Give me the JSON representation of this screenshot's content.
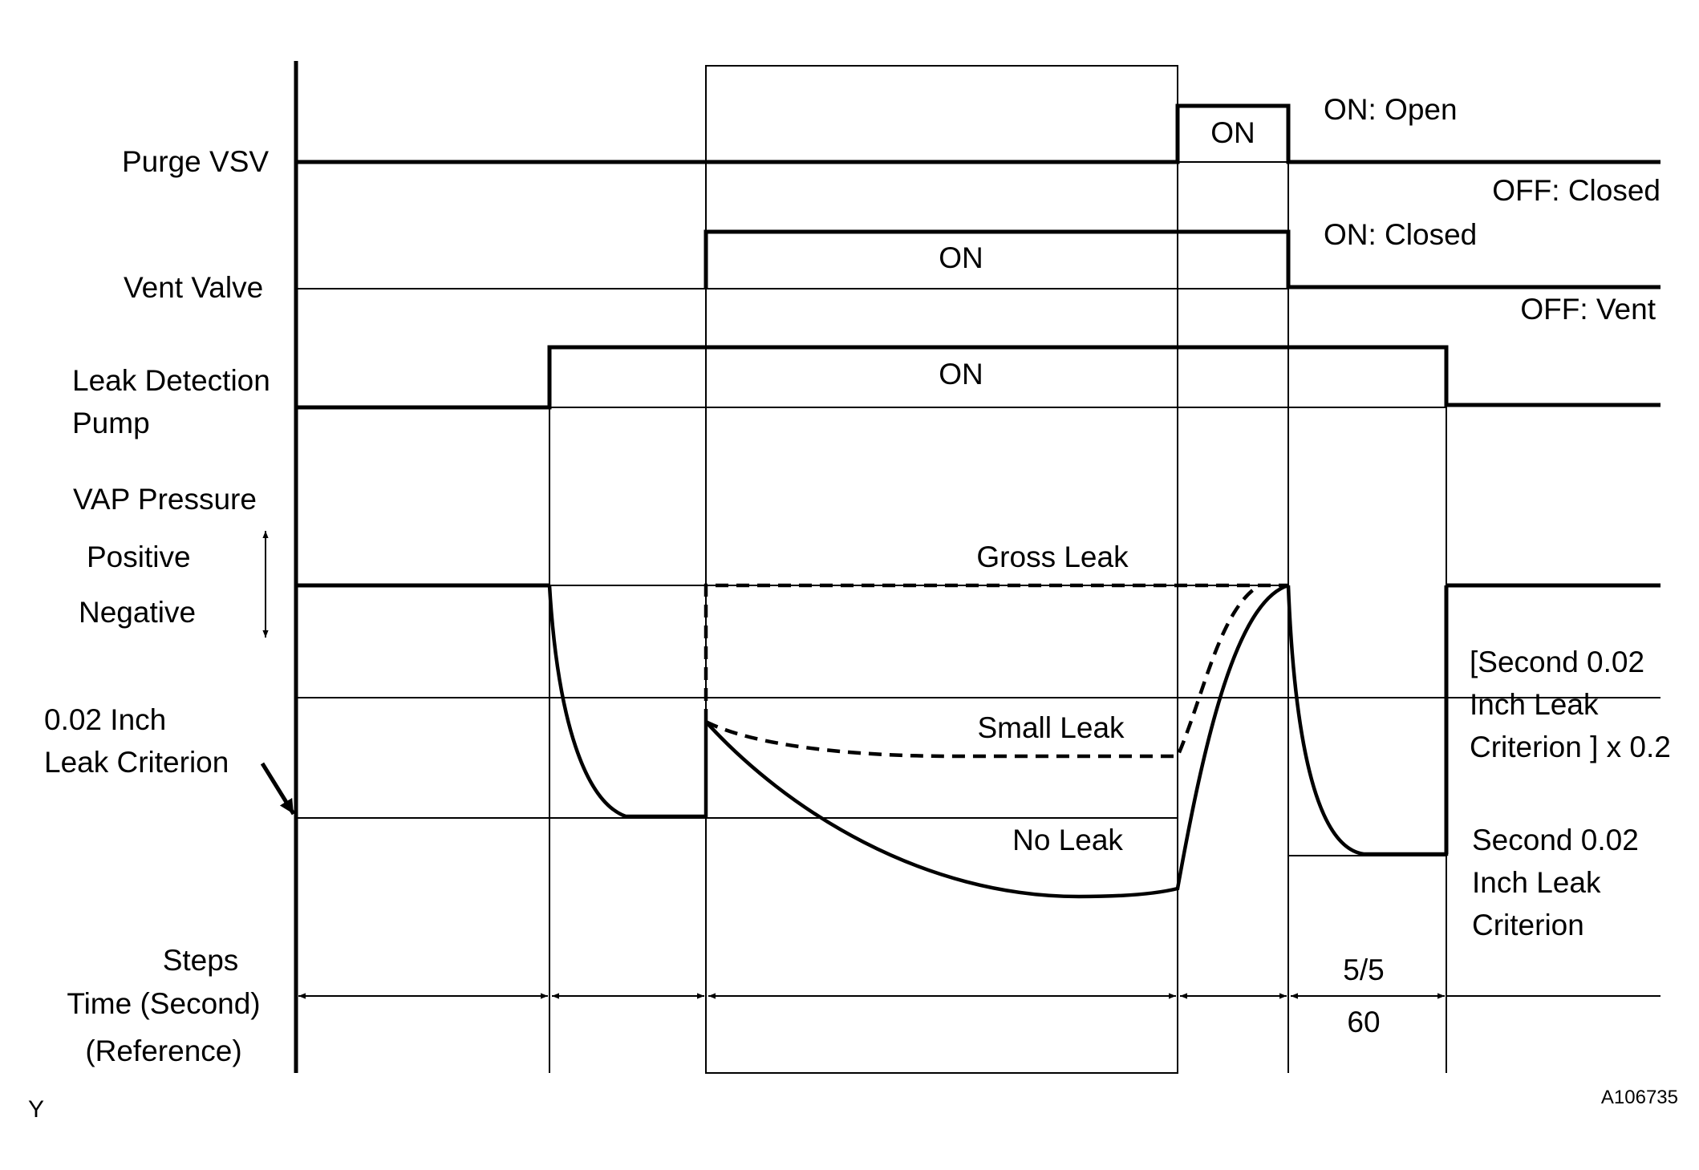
{
  "signals": {
    "purge_vsv": "Purge VSV",
    "vent_valve": "Vent Valve",
    "pump_line1": "Leak Detection",
    "pump_line2": "Pump",
    "vap_pressure": "VAP Pressure"
  },
  "states": {
    "on": "ON",
    "purge_on": "ON: Open",
    "purge_off": "OFF: Closed",
    "vent_on": "ON: Closed",
    "vent_off": "OFF: Vent"
  },
  "pressure": {
    "positive": "Positive",
    "negative": "Negative",
    "criterion_line1": "0.02 Inch",
    "criterion_line2": "Leak Criterion",
    "gross_leak": "Gross Leak",
    "small_leak": "Small Leak",
    "no_leak": "No Leak",
    "second_x02_line1": "[Second 0.02",
    "second_x02_line2": "Inch Leak",
    "second_x02_line3": "Criterion ] x 0.2",
    "second_line1": "Second 0.02",
    "second_line2": "Inch Leak",
    "second_line3": "Criterion"
  },
  "steps": {
    "steps": "Steps",
    "time": "Time (Second)",
    "reference": "(Reference)",
    "step_value": "5/5",
    "time_value": "60"
  },
  "footer": {
    "left_code": "Y",
    "figure_id": "A106735"
  }
}
